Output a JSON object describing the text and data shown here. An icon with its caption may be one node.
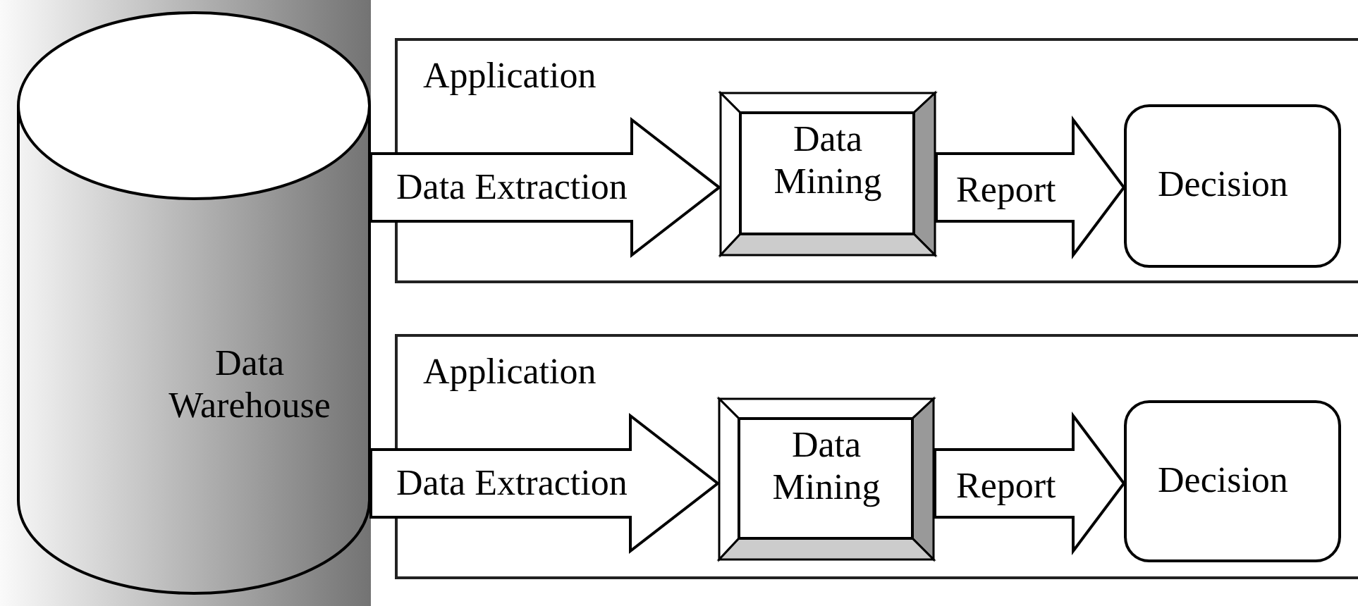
{
  "diagram": {
    "nodes": [
      {
        "text": [
          "Data Warehouse"
        ]
      },
      {
        "text": [
          "Application"
        ]
      },
      {
        "text": [
          "Data Mining"
        ],
        "in": 1
      },
      {
        "text": [
          "Decision"
        ],
        "in": 1
      },
      {
        "text": [
          "Application"
        ]
      },
      {
        "text": [
          "Data Mining"
        ],
        "in": 4
      },
      {
        "text": [
          "Decision"
        ],
        "in": 4
      }
    ],
    "edges": [
      {
        "from": 0,
        "to": 2,
        "arrow": "to",
        "label": "Data Extraction"
      },
      {
        "from": 2,
        "to": 3,
        "arrow": "to",
        "label": "Report"
      },
      {
        "from": 0,
        "to": 5,
        "arrow": "to",
        "label": "Data Extraction"
      },
      {
        "from": 5,
        "to": 6,
        "arrow": "to",
        "label": "Report"
      }
    ]
  }
}
